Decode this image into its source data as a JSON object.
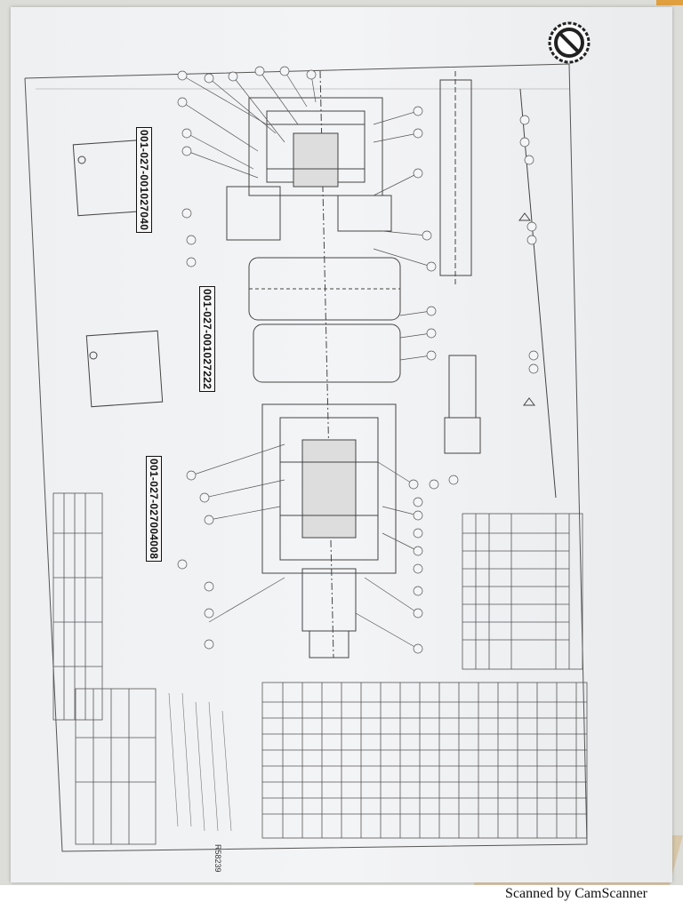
{
  "document": {
    "part_numbers": [
      "001-027-001027040",
      "001-027-001027222",
      "001-027-027004008"
    ],
    "drawing_number": "R58239"
  },
  "footer": {
    "scanner_label": "Scanned by CamScanner"
  },
  "colors": {
    "ink": "#111111",
    "paper": "#f0f2f4",
    "accent_tab": "#e0a040"
  },
  "icons": {
    "prohibition_seal": "no-entry-sign-icon"
  }
}
